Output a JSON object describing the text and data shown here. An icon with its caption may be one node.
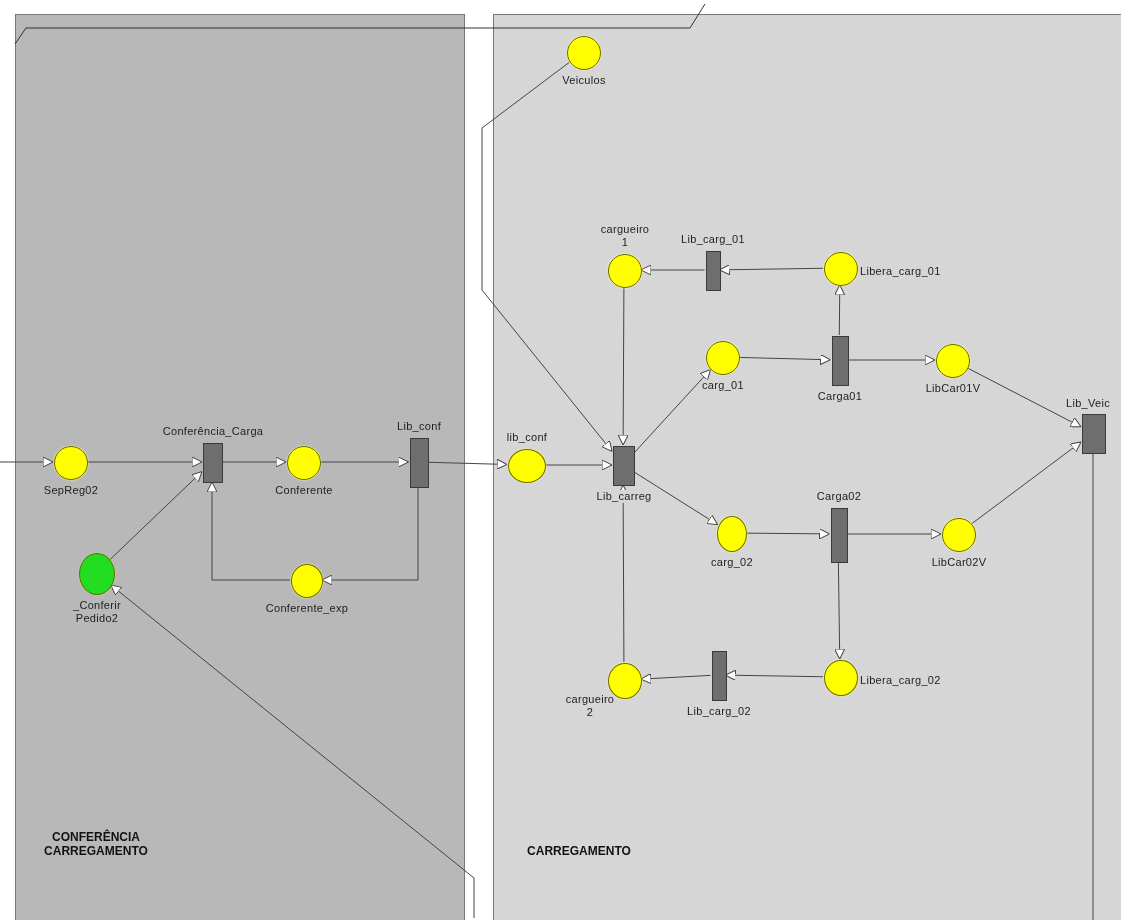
{
  "diagram": {
    "nodes": [
      {
        "text": [
          "CONFERÊNCIA CARREGAMENTO"
        ]
      },
      {
        "text": [
          "CARREGAMENTO"
        ]
      },
      {
        "text": [
          "SepReg02"
        ],
        "in": 0
      },
      {
        "text": [
          "Conferência_Carga"
        ],
        "in": 0
      },
      {
        "text": [
          "Conferente"
        ],
        "in": 0
      },
      {
        "text": [
          "Lib_conf"
        ],
        "in": 0
      },
      {
        "text": [
          "Conferente_exp"
        ],
        "in": 0
      },
      {
        "text": [
          "_Conferir Pedido2"
        ],
        "in": 0
      },
      {
        "text": [
          "Veiculos"
        ],
        "in": 1
      },
      {
        "text": [
          "lib_conf"
        ],
        "in": 1
      },
      {
        "text": [
          "Lib_carreg"
        ],
        "in": 1
      },
      {
        "text": [
          "cargueiro 1"
        ],
        "in": 1
      },
      {
        "text": [
          "Lib_carg_01"
        ],
        "in": 1
      },
      {
        "text": [
          "Libera_carg_01"
        ],
        "in": 1
      },
      {
        "text": [
          "carg_01"
        ],
        "in": 1
      },
      {
        "text": [
          "Carga01"
        ],
        "in": 1
      },
      {
        "text": [
          "LibCar01V"
        ],
        "in": 1
      },
      {
        "text": [
          "Lib_Veic"
        ],
        "in": 1
      },
      {
        "text": [
          "carg_02"
        ],
        "in": 1
      },
      {
        "text": [
          "Carga02"
        ],
        "in": 1
      },
      {
        "text": [
          "LibCar02V"
        ],
        "in": 1
      },
      {
        "text": [
          "cargueiro 2"
        ],
        "in": 1
      },
      {
        "text": [
          "Lib_carg_02"
        ],
        "in": 1
      },
      {
        "text": [
          "Libera_carg_02"
        ],
        "in": 1
      }
    ],
    "edges": [
      {
        "from": null,
        "to": 2,
        "arrow": "to"
      },
      {
        "from": 2,
        "to": 3,
        "arrow": "to"
      },
      {
        "from": 7,
        "to": 3,
        "arrow": "to"
      },
      {
        "from": 5,
        "to": 6,
        "arrow": "to"
      },
      {
        "from": 6,
        "to": 3,
        "arrow": "to"
      },
      {
        "from": 3,
        "to": 4,
        "arrow": "to"
      },
      {
        "from": 4,
        "to": 5,
        "arrow": "to"
      },
      {
        "from": 5,
        "to": 9,
        "arrow": "to"
      },
      {
        "from": 9,
        "to": 10,
        "arrow": "to"
      },
      {
        "from": 8,
        "to": 10,
        "arrow": "to"
      },
      {
        "from": 11,
        "to": 10,
        "arrow": "to"
      },
      {
        "from": 21,
        "to": 10,
        "arrow": "to"
      },
      {
        "from": 10,
        "to": 14,
        "arrow": "to"
      },
      {
        "from": 10,
        "to": 18,
        "arrow": "to"
      },
      {
        "from": 14,
        "to": 15,
        "arrow": "to"
      },
      {
        "from": 15,
        "to": 13,
        "arrow": "to"
      },
      {
        "from": 15,
        "to": 16,
        "arrow": "to"
      },
      {
        "from": 13,
        "to": 12,
        "arrow": "to"
      },
      {
        "from": 12,
        "to": 11,
        "arrow": "to"
      },
      {
        "from": 18,
        "to": 19,
        "arrow": "to"
      },
      {
        "from": 19,
        "to": 20,
        "arrow": "to"
      },
      {
        "from": 19,
        "to": 23,
        "arrow": "to"
      },
      {
        "from": 23,
        "to": 22,
        "arrow": "to"
      },
      {
        "from": 22,
        "to": 21,
        "arrow": "to"
      },
      {
        "from": 16,
        "to": 17,
        "arrow": "to"
      },
      {
        "from": 20,
        "to": 17,
        "arrow": "to"
      },
      {
        "from": 17,
        "to": null,
        "arrow": "none"
      },
      {
        "from": null,
        "to": 7,
        "arrow": "to"
      }
    ]
  }
}
